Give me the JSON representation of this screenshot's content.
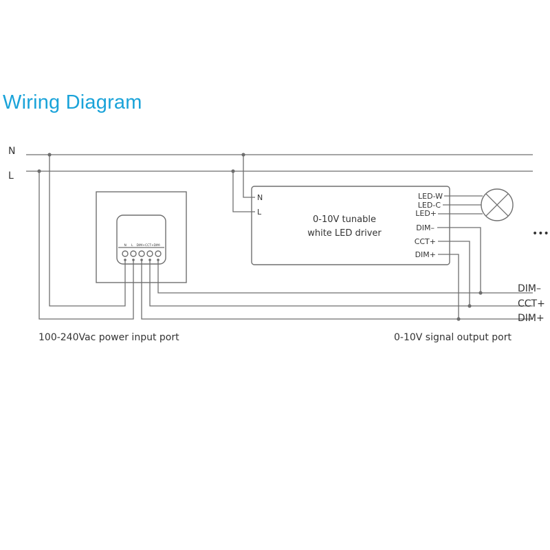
{
  "title": "Wiring Diagram",
  "mains": {
    "n_label": "N",
    "l_label": "L"
  },
  "switch": {
    "terminals": [
      "N",
      "L",
      "DIM+",
      "CCT+",
      "DIM-"
    ]
  },
  "driver": {
    "name_line1": "0-10V tunable",
    "name_line2": "white LED driver",
    "input_n": "N",
    "input_l": "L",
    "out_w": "LED-W",
    "out_c": "LED-C",
    "out_plus": "LED+",
    "dim_minus": "DIM–",
    "cct_plus": "CCT+",
    "dim_plus": "DIM+"
  },
  "more_indicator": "•••",
  "outputs": {
    "dim_minus": "DIM–",
    "cct_plus": "CCT+",
    "dim_plus": "DIM+"
  },
  "captions": {
    "power_port": "100-240Vac power input port",
    "signal_port": "0-10V signal output port"
  },
  "colors": {
    "title": "#1aa3d9",
    "line": "#6e6e6e",
    "text": "#333333"
  }
}
